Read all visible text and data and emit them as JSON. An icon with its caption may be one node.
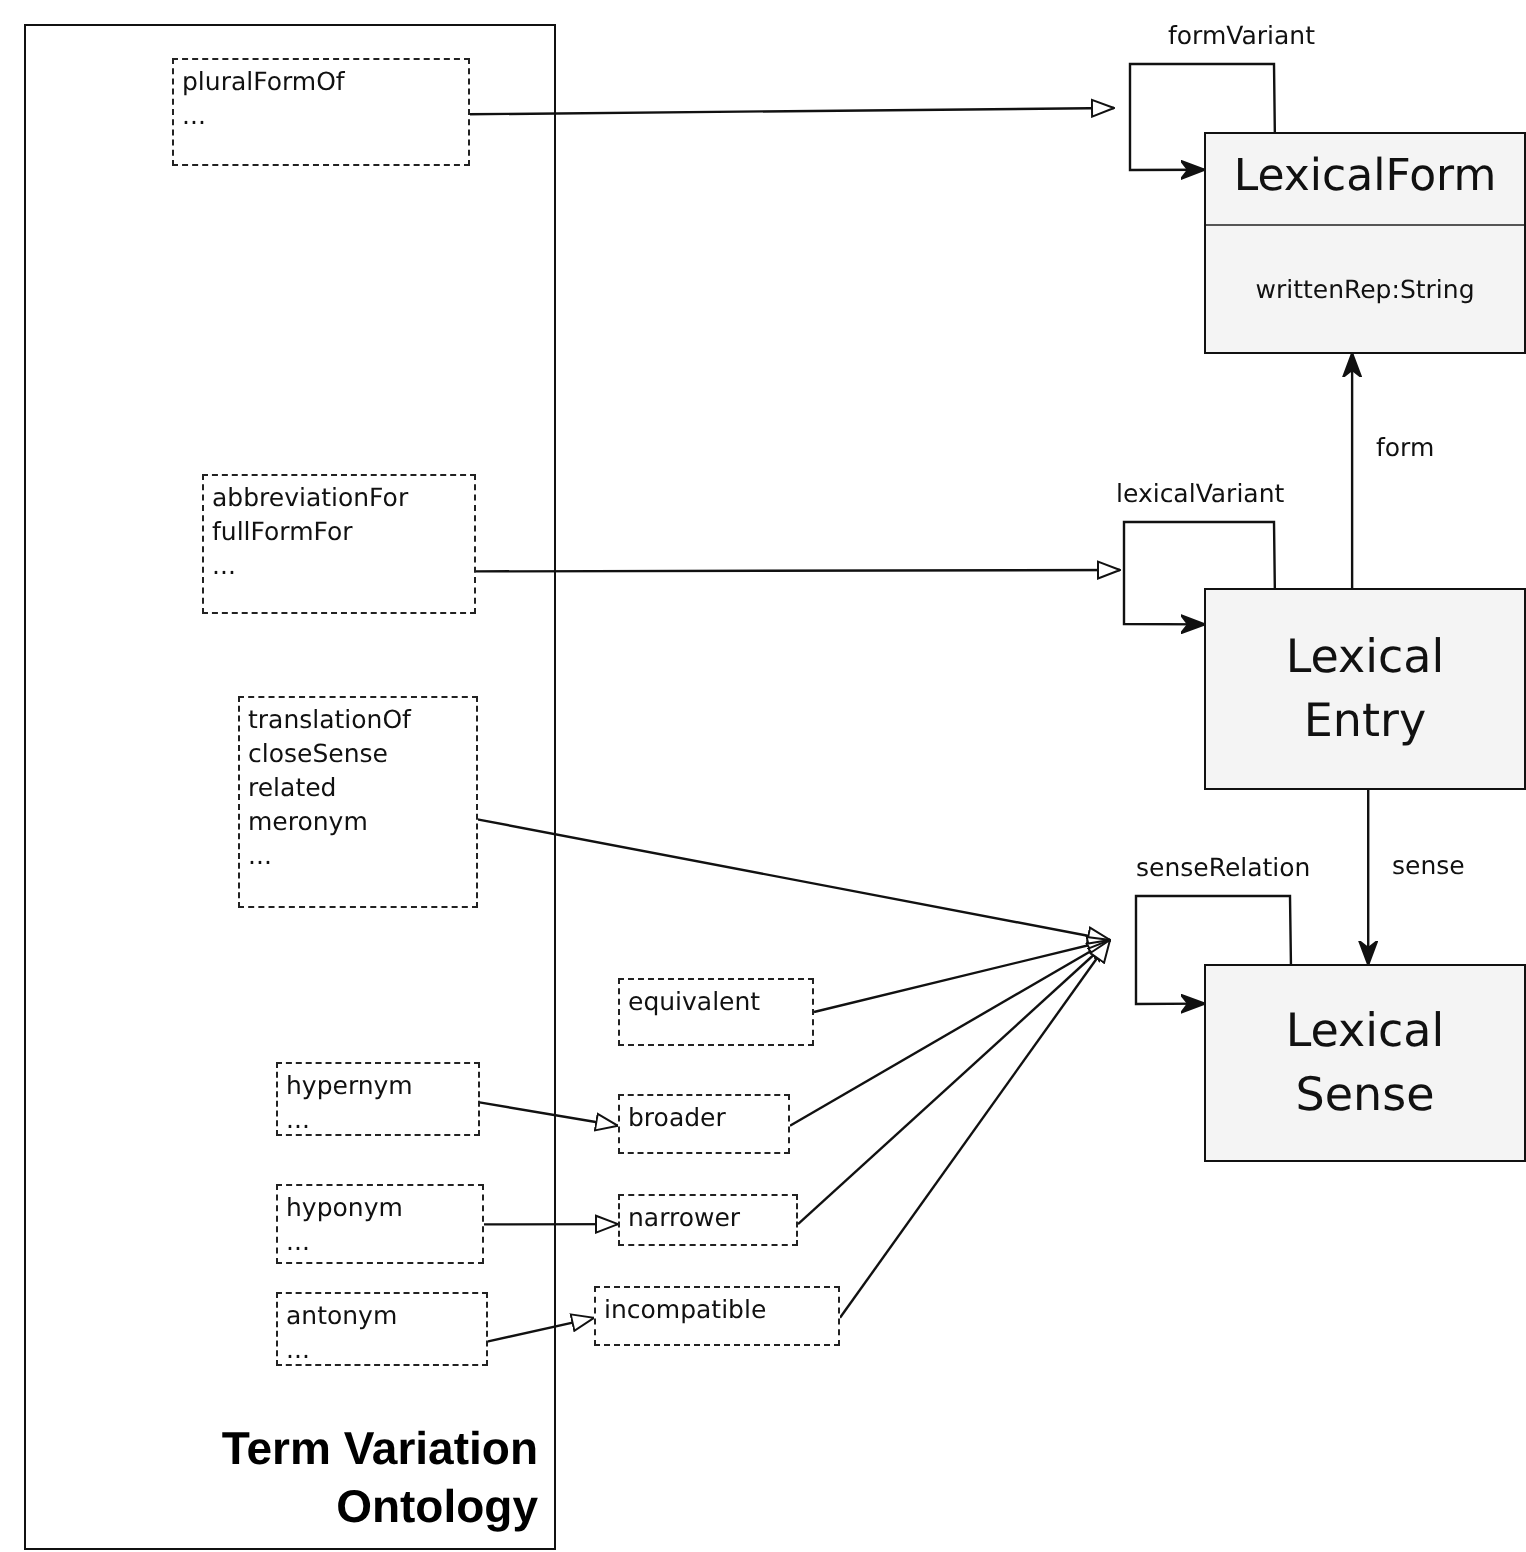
{
  "diagram": {
    "nodes": [
      {
        "text": [
          "Term Variation Ontology"
        ]
      },
      {
        "text": [
          "pluralFormOf",
          "..."
        ],
        "in": 0
      },
      {
        "text": [
          "abbreviationFor",
          "fullFormFor",
          "..."
        ],
        "in": 0
      },
      {
        "text": [
          "translationOf",
          "closeSense",
          "related",
          "meronym",
          "..."
        ],
        "in": 0
      },
      {
        "text": [
          "hypernym",
          "..."
        ],
        "in": 0
      },
      {
        "text": [
          "hyponym",
          "..."
        ],
        "in": 0
      },
      {
        "text": [
          "antonym",
          "..."
        ],
        "in": 0
      },
      {
        "text": [
          "equivalent"
        ]
      },
      {
        "text": [
          "broader"
        ]
      },
      {
        "text": [
          "narrower"
        ]
      },
      {
        "text": [
          "incompatible"
        ]
      },
      {
        "text": [
          "LexicalForm",
          "writtenRep:String"
        ]
      },
      {
        "text": [
          "Lexical Entry"
        ]
      },
      {
        "text": [
          "Lexical Sense"
        ]
      }
    ],
    "edges": [
      {
        "from": 1,
        "to": null,
        "arrow": "to"
      },
      {
        "from": 11,
        "to": 11,
        "arrow": "to",
        "label": "formVariant"
      },
      {
        "from": 2,
        "to": null,
        "arrow": "to"
      },
      {
        "from": 12,
        "to": 12,
        "arrow": "to",
        "label": "lexicalVariant"
      },
      {
        "from": 3,
        "to": null,
        "arrow": "to"
      },
      {
        "from": 7,
        "to": null,
        "arrow": "to"
      },
      {
        "from": 8,
        "to": null,
        "arrow": "to"
      },
      {
        "from": 9,
        "to": null,
        "arrow": "to"
      },
      {
        "from": 10,
        "to": null,
        "arrow": "to"
      },
      {
        "from": 13,
        "to": 13,
        "arrow": "to",
        "label": "senseRelation"
      },
      {
        "from": 4,
        "to": 8,
        "arrow": "to"
      },
      {
        "from": 5,
        "to": 9,
        "arrow": "to"
      },
      {
        "from": 6,
        "to": 10,
        "arrow": "to"
      },
      {
        "from": 12,
        "to": 11,
        "arrow": "to",
        "label": "form"
      },
      {
        "from": 12,
        "to": 13,
        "arrow": "to",
        "label": "sense"
      }
    ]
  }
}
